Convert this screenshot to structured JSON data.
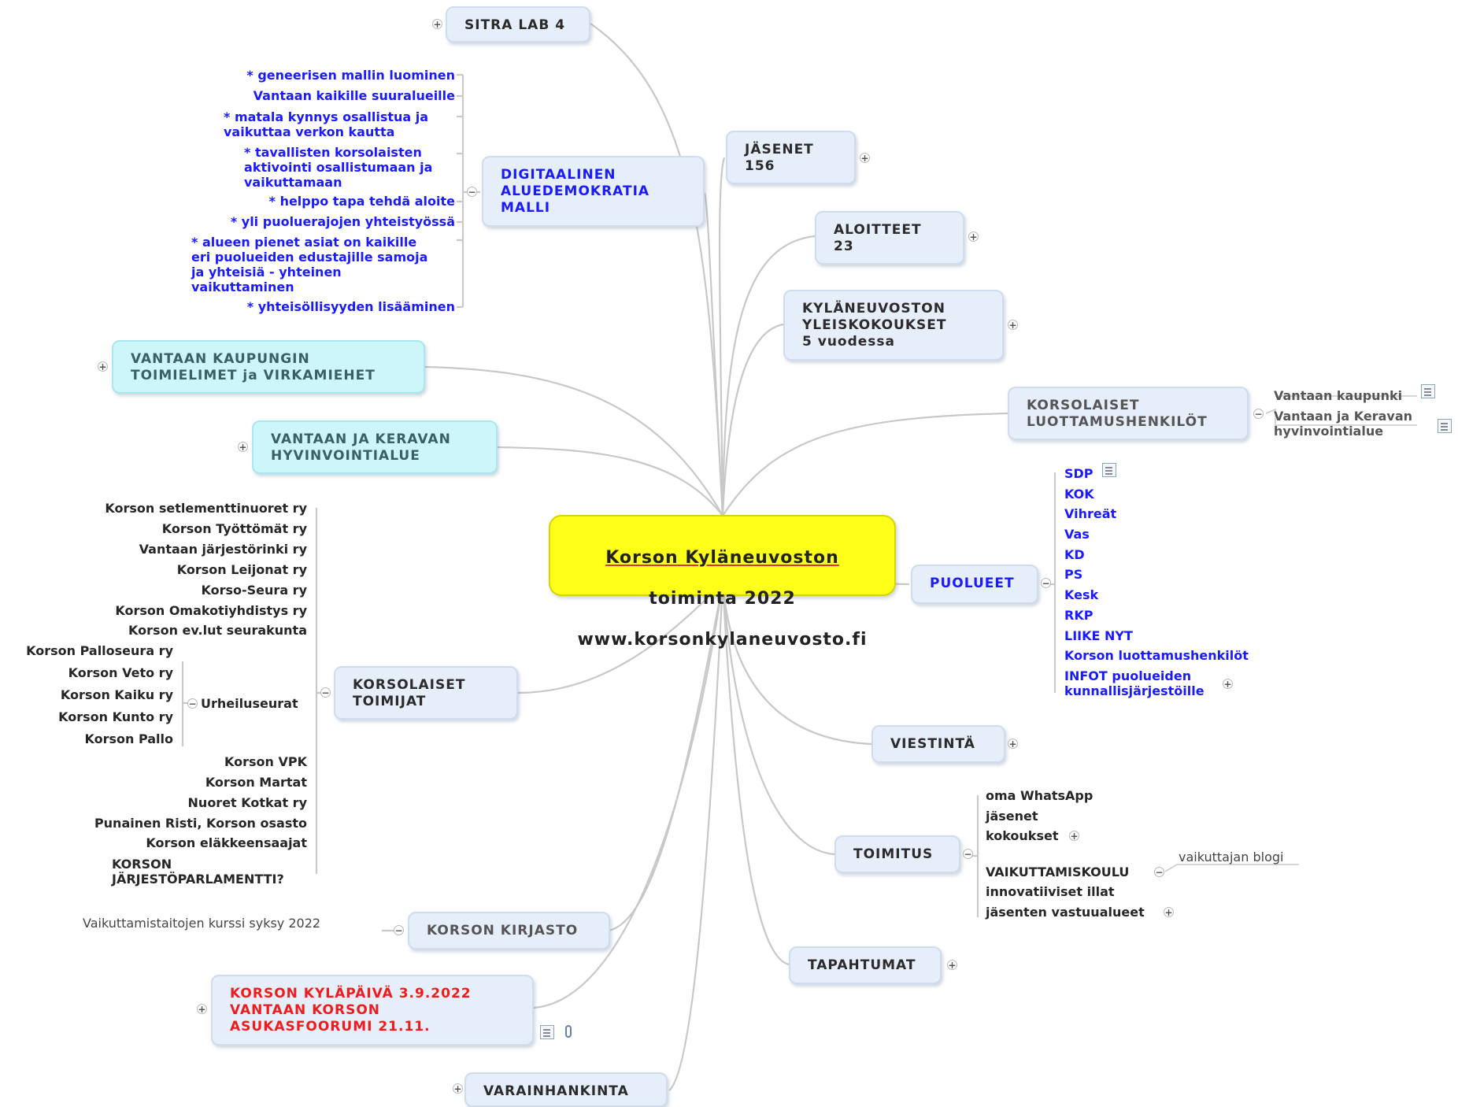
{
  "center": {
    "line1": "Korson Kyläneuvoston",
    "line2": "toiminta 2022",
    "line3": "www.korsonkylaneuvosto.fi"
  },
  "nodes": {
    "sitra": "SITRA LAB 4",
    "jasenet": "JÄSENET\n156",
    "aloitteet": "ALOITTEET\n23",
    "yleiskokoukset": "KYLÄNEUVOSTON\nYLEISKOKOUKSET\n5 vuodessa",
    "luottamushenkilot": "KORSOLAISET\nLUOTTAMUSHENKILÖT",
    "puolueet": "PUOLUEET",
    "viestinta": "VIESTINTÄ",
    "toimitus": "TOIMITUS",
    "tapahtumat": "TAPAHTUMAT",
    "varainhankinta": "VARAINHANKINTA",
    "kylapaiva": "KORSON KYLÄPÄIVÄ 3.9.2022\nVANTAAN KORSON\nASUKASFOORUMI 21.11.",
    "kirjasto": "KORSON KIRJASTO",
    "toimijat": "KORSOLAISET\nTOIMIJAT",
    "hyvinvointialue": "VANTAAN JA KERAVAN\nHYVINVOINTIALUE",
    "kaupunki": "VANTAAN KAUPUNGIN\nTOIMIELIMET ja VIRKAMIEHET",
    "digitaalinen": "DIGITAALINEN\nALUEDEMOKRATIA\nMALLI"
  },
  "digitaalinen_items": [
    "* geneerisen mallin luominen",
    "Vantaan kaikille suuralueille",
    "* matala kynnys osallistua ja\nvaikuttaa verkon kautta",
    "* tavallisten korsolaisten\naktivointi osallistumaan ja\nvaikuttamaan",
    "* helppo tapa tehdä aloite",
    "* yli puoluerajojen yhteistyössä",
    "* alueen pienet asiat on kaikille\neri puolueiden edustajille samoja\nja yhteisiä - yhteinen\nvaikuttaminen",
    "* yhteisöllisyyden lisääminen"
  ],
  "luottamus_items": [
    "Vantaan kaupunki",
    "Vantaan ja Keravan\nhyvinvointialue"
  ],
  "puolueet_items": [
    "SDP",
    "KOK",
    "Vihreät",
    "Vas",
    "KD",
    "PS",
    "Kesk",
    "RKP",
    "LIIKE NYT",
    "Korson luottamushenkilöt",
    "INFOT puolueiden\nkunnallisjärjestöille"
  ],
  "toimitus_items": [
    "oma WhatsApp",
    "jäsenet",
    "kokoukset",
    "VAIKUTTAMISKOULU",
    "innovatiiviset illat",
    "jäsenten vastuualueet"
  ],
  "vaikuttamiskoulu_item": "vaikuttajan blogi",
  "kirjasto_item": "Vaikuttamistaitojen kurssi syksy 2022",
  "toimijat_items": [
    "Korson setlementtinuoret ry",
    "Korson Työttömät ry",
    "Vantaan järjestörinki ry",
    "Korson Leijonat ry",
    "Korso-Seura ry",
    "Korson Omakotiyhdistys ry",
    "Korson ev.lut seurakunta",
    "Urheiluseurat",
    "Korson VPK",
    "Korson Martat",
    "Nuoret Kotkat ry",
    "Punainen Risti, Korson osasto",
    "Korson eläkkeensaajat",
    "KORSON\nJÄRJESTÖPARLAMENTTI?"
  ],
  "urheiluseurat_items": [
    "Korson Palloseura ry",
    "Korson Veto ry",
    "Korson Kaiku ry",
    "Korson Kunto ry",
    "Korson Pallo"
  ],
  "toggles": {
    "plus": "+",
    "minus": "−"
  },
  "colors": {
    "center_fill": "#ffff1a",
    "node_fill": "#e6eefa",
    "cyan_fill": "#ccf6fa",
    "blue_text": "#1a1aff",
    "red_text": "#ee1c1c",
    "connector": "#c8c8c8"
  }
}
